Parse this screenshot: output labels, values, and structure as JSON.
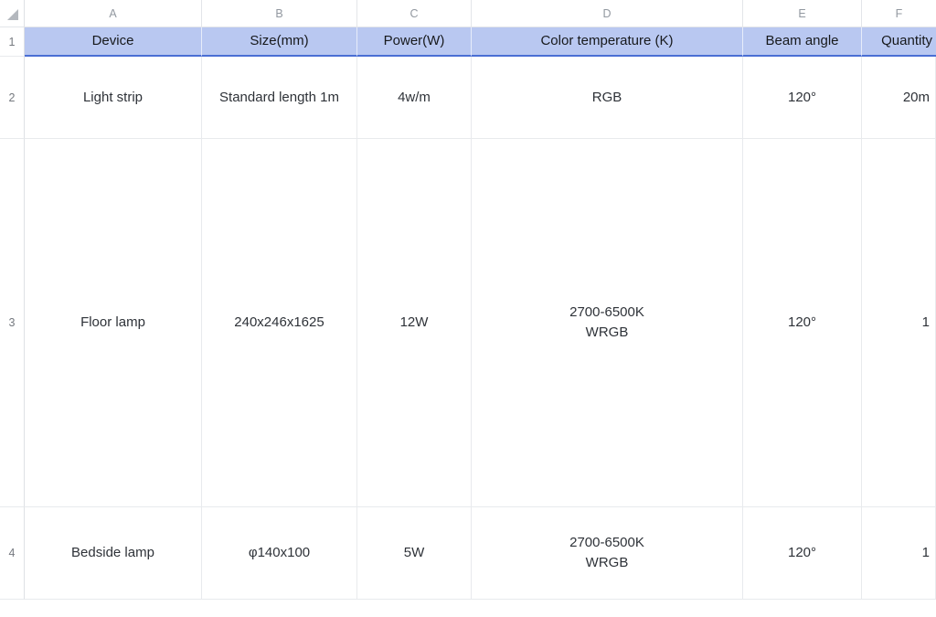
{
  "sheet": {
    "corner_icon": "select-all-triangle",
    "column_letters": [
      "A",
      "B",
      "C",
      "D",
      "E",
      "F"
    ],
    "row_numbers": [
      "1",
      "2",
      "3",
      "4"
    ],
    "header_row": {
      "device": "Device",
      "size": "Size(mm)",
      "power": "Power(W)",
      "color_temperature": "Color temperature (K)",
      "beam_angle": "Beam angle",
      "quantity": "Quantity"
    },
    "rows": [
      {
        "cells": [
          "Light strip",
          "Standard length 1m",
          "4w/m",
          "RGB",
          "120°",
          "20m"
        ]
      },
      {
        "cells": [
          "Floor lamp",
          "240x246x1625",
          "12W",
          "2700-6500K\nWRGB",
          "120°",
          "1"
        ]
      },
      {
        "cells": [
          "Bedside lamp",
          "φ140x100",
          "5W",
          "2700-6500K\nWRGB",
          "120°",
          "1"
        ]
      }
    ],
    "colors": {
      "header_fill": "#b9c8f1",
      "header_border": "#4a6ed4",
      "grid_line": "#e8eaed",
      "cell_text": "#2e3238",
      "label_gray": "#9298a0"
    }
  }
}
